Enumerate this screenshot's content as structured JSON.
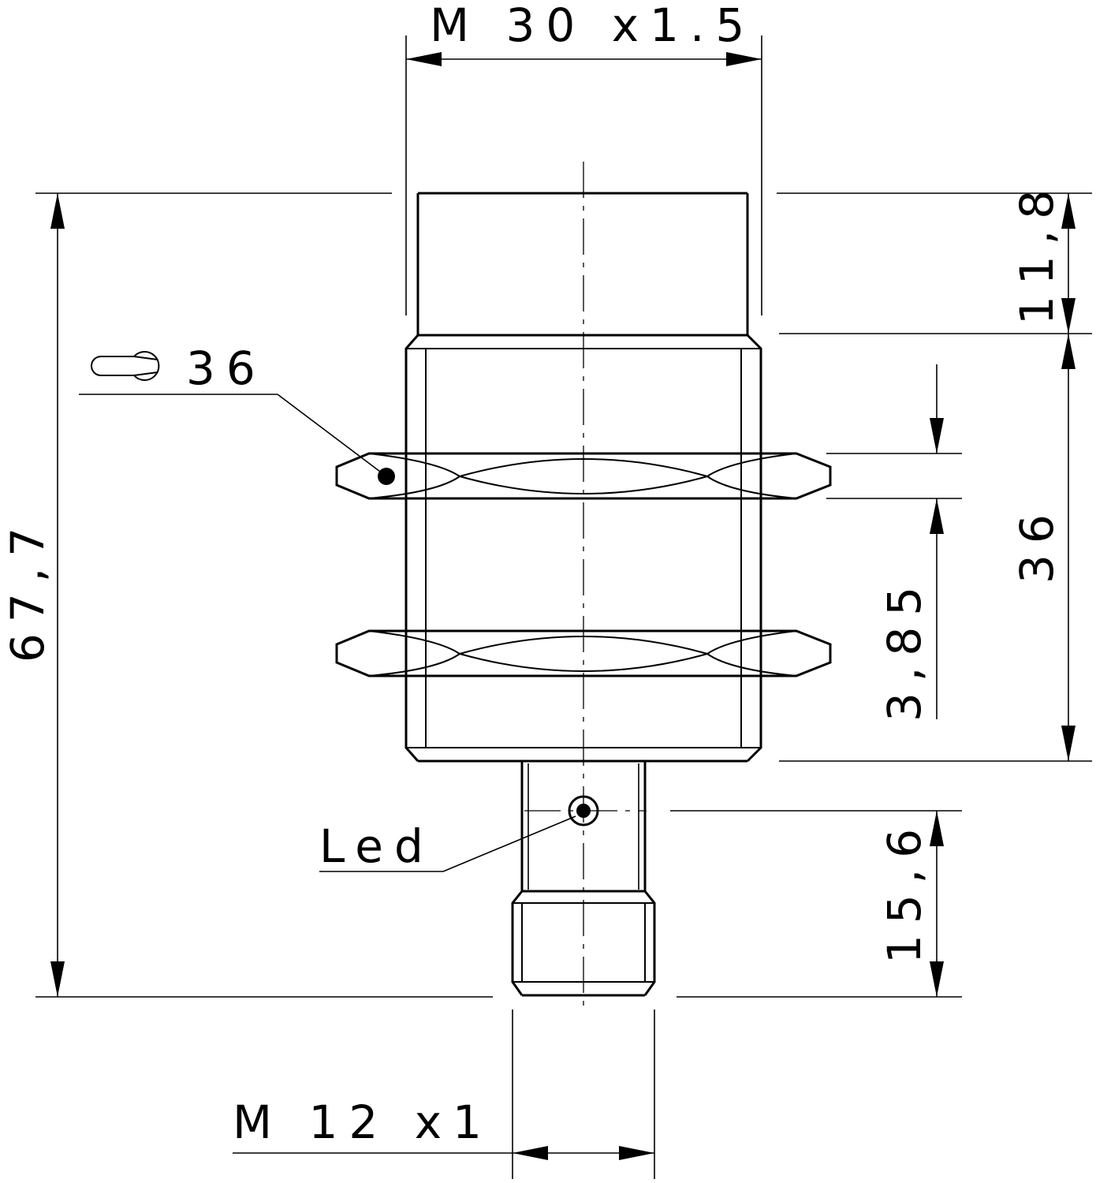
{
  "dimensions": {
    "thread_top": "M 30 x1.5",
    "thread_bottom": "M 12 x1",
    "total_length": "67,7",
    "sensing_face": "11,8",
    "thread_length": "36",
    "nut_thickness": "3,85",
    "connector_length": "15,6",
    "wrench_size": "36"
  },
  "labels": {
    "led": "Led"
  },
  "icons": {
    "wrench": "wrench-icon"
  }
}
